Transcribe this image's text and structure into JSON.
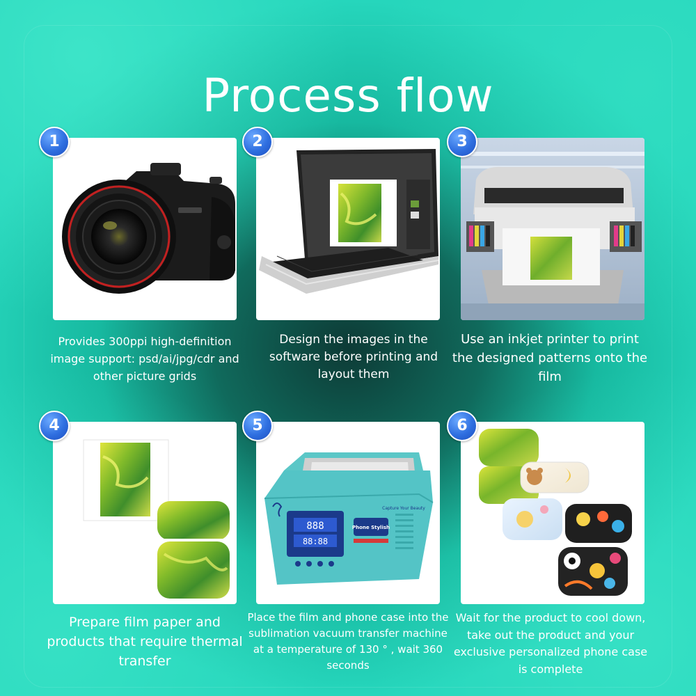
{
  "title": "Process flow",
  "accent_colors": {
    "badge": "#2f6fe0",
    "background": "#1bbfa5",
    "card": "#ffffff"
  },
  "steps": [
    {
      "number": "1",
      "caption": "Provides 300ppi high-definition image support: psd/ai/jpg/cdr and other picture grids",
      "icon": "camera-icon"
    },
    {
      "number": "2",
      "caption": "Design the images in the software before printing and layout them",
      "icon": "laptop-icon"
    },
    {
      "number": "3",
      "caption": "Use an inkjet printer to print the designed patterns onto the film",
      "icon": "printer-icon"
    },
    {
      "number": "4",
      "caption": "Prepare film paper and products that require thermal transfer",
      "icon": "film-paper-icon"
    },
    {
      "number": "5",
      "caption": "Place the film and phone case into the sublimation vacuum transfer machine at a temperature of 130 ° , wait 360 seconds",
      "icon": "vacuum-machine-icon"
    },
    {
      "number": "6",
      "caption": "Wait for the product to cool down, take out the product and your exclusive personalized phone case is complete",
      "icon": "phone-case-icon"
    }
  ],
  "machine": {
    "display_top": "888",
    "display_bottom": "88:88",
    "brand_label": "Phone Stylish",
    "side_label": "Capture Your Beauty"
  }
}
